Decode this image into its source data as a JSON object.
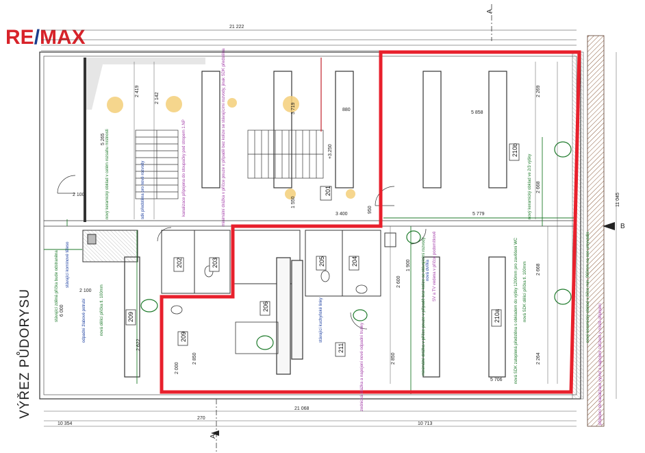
{
  "logo": {
    "left": "RE",
    "slash": "/",
    "right": "MAX",
    "accent": "#d8232a",
    "slash_color": "#1a3c8c"
  },
  "side_title": "VÝŘEZ PŮDORYSU",
  "colors": {
    "highlight": "#e8202c",
    "line": "#333333",
    "green": "#1d7a2a",
    "purple": "#a23ca8",
    "blue": "#1c3fa0"
  },
  "section_marks": {
    "top": "A",
    "bottom": "A",
    "right": "B"
  },
  "room_numbers": {
    "r201": "201",
    "r202": "202",
    "r203": "203",
    "r204": "204",
    "r205": "205",
    "r206": "206",
    "r209": "209",
    "r211": "211",
    "r210a": "210b",
    "r210b": "210a"
  },
  "dimensions": {
    "top_total": "21 222",
    "bottom_total": "21 068",
    "bottom_left": "10 354",
    "bottom_right": "10 713",
    "right_height": "11 045",
    "d2419": "2 419",
    "d2142": "2 142",
    "d3719": "3 719",
    "d2269": "2 269",
    "d2668a": "2 668",
    "d2668b": "2 668",
    "d2264": "2 264",
    "d2850a": "2 850",
    "d2850b": "2 850",
    "d2600": "2 600",
    "d1900": "1 900",
    "d1550": "1 550",
    "d3400": "3 400",
    "d5779": "5 779",
    "d5858": "5 858",
    "d5706": "5 706",
    "d2000": "2 000",
    "d2622": "2 622",
    "d6000": "6 000",
    "d5265": "5 265",
    "d3250": "+3.250",
    "d2100a": "2 100",
    "d2100b": "2 100",
    "d950": "950",
    "d880": "880",
    "d270": "270"
  },
  "notes_green": {
    "n1": "nový keramický obklad v celém rozsahu místnosti",
    "n2": "stávající zděná příčka bude odstraněna",
    "n3": "nová dělicí příčka tl. 100mm",
    "n4": "nový keramický obklad ve 2/3 výšky",
    "n5": "nová SDK dělicí příčka tl. 100mm",
    "n6": "nový keramický obklad v šířce min. 900mm na ose umyvadla",
    "n7": "nová SDK zateplená předstěna s obkladem do výšky 1200mm pro zavěšení WC",
    "n8": "minimální drážka v příčce pouze v případě bez kolize se stávajícími rozvody"
  },
  "notes_purple": {
    "p1": "kanalizace připojena do stoupačky pod stropem 1.NP",
    "p2": "minimální drážka v příčce pouze v případě bez kolize se stávajícími rozvody, jinak SDK předstěna",
    "p3": "zednická drážka a napojení nové odpadní trubky",
    "p4": "SV a TV vedena v příčce podomítkově",
    "p5": "připojení do kanalizace vývod a napojení zařízení v místě připojení"
  },
  "notes_blue": {
    "b1": "stávající komínové těleso",
    "b2": "sdk předstěna pro nové rozvody",
    "b3": "odpadní žlabové potrubí",
    "b4": "stávající kuchyňské linky",
    "b5": "nová dvířka"
  }
}
